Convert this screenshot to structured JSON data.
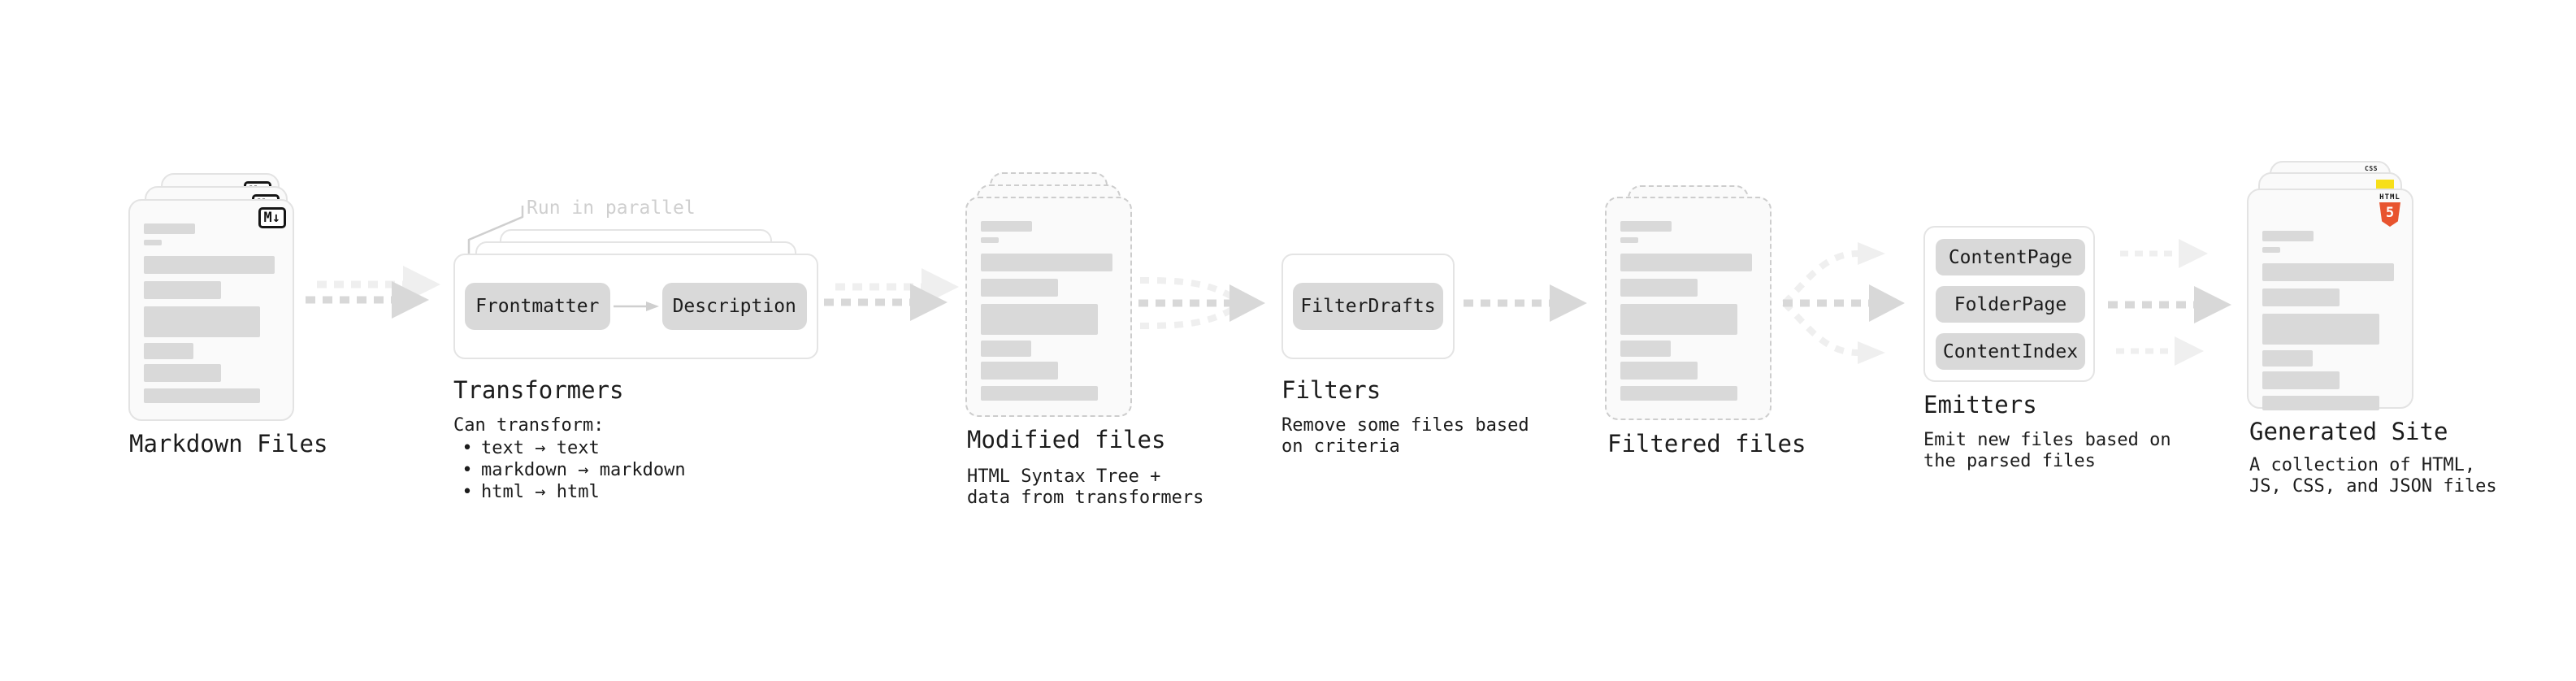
{
  "colors": {
    "ink": "#1c1c1c",
    "bar": "#d9d9d9",
    "pill": "#d9d9d9",
    "arrow": "#d8d8d8",
    "arrow-light": "#efefef",
    "muted": "#cfcfcf",
    "html5-orange": "#e8542f",
    "js-yellow": "#f7df19",
    "css-blue": "#2760e6",
    "badge-ink": "#151515"
  },
  "stages": {
    "markdown": {
      "label": "Markdown Files",
      "badge": "M↓"
    },
    "transformers": {
      "title": "Transformers",
      "annotation": "Run in parallel",
      "pill_left": "Frontmatter",
      "pill_right": "Description",
      "list_heading": "Can transform:",
      "bullet_char": "•",
      "bullets": [
        "text → text",
        "markdown → markdown",
        "html → html"
      ]
    },
    "modified": {
      "label": "Modified files",
      "subtitle": [
        "HTML Syntax Tree +",
        "data from transformers"
      ]
    },
    "filters": {
      "title": "Filters",
      "pill": "FilterDrafts",
      "subtitle": [
        "Remove some files based",
        "on criteria"
      ]
    },
    "filtered": {
      "label": "Filtered files"
    },
    "emitters": {
      "title": "Emitters",
      "pills": [
        "ContentPage",
        "FolderPage",
        "ContentIndex"
      ],
      "subtitle": [
        "Emit new files based on",
        "the parsed files"
      ]
    },
    "generated": {
      "label": "Generated Site",
      "subtitle": [
        "A collection of HTML,",
        "JS, CSS, and JSON files"
      ],
      "badges": {
        "html_text": "HTML",
        "html_number": "5",
        "css_text": "CSS"
      }
    }
  }
}
